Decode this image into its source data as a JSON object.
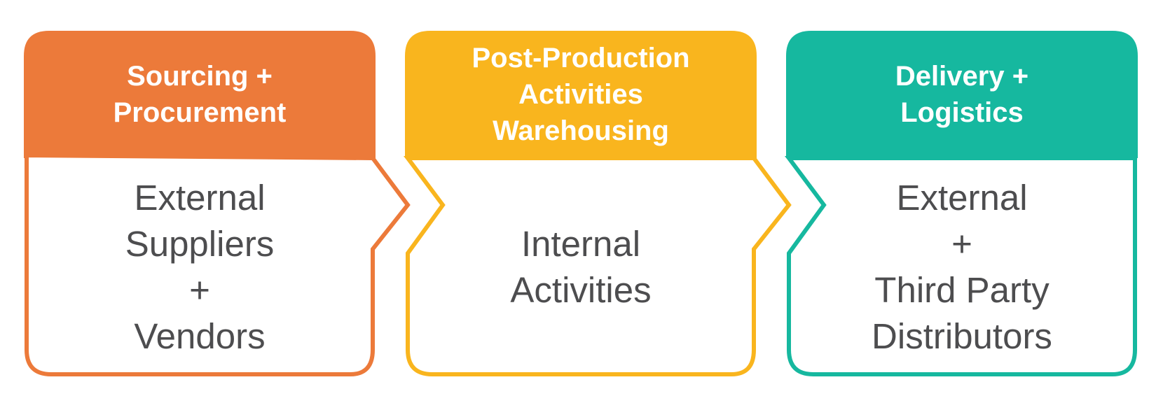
{
  "stages": [
    {
      "title_lines": [
        "Sourcing +",
        "Procurement"
      ],
      "body_lines": [
        "External",
        "Suppliers",
        "+",
        "Vendors"
      ],
      "color": "#EC7A3A"
    },
    {
      "title_lines": [
        "Post-Production",
        "Activities",
        "Warehousing"
      ],
      "body_lines": [
        "Internal",
        "Activities"
      ],
      "color": "#F9B51E"
    },
    {
      "title_lines": [
        "Delivery +",
        "Logistics"
      ],
      "body_lines": [
        "External",
        "+",
        "Third Party",
        "Distributors"
      ],
      "color": "#16B89F"
    }
  ]
}
